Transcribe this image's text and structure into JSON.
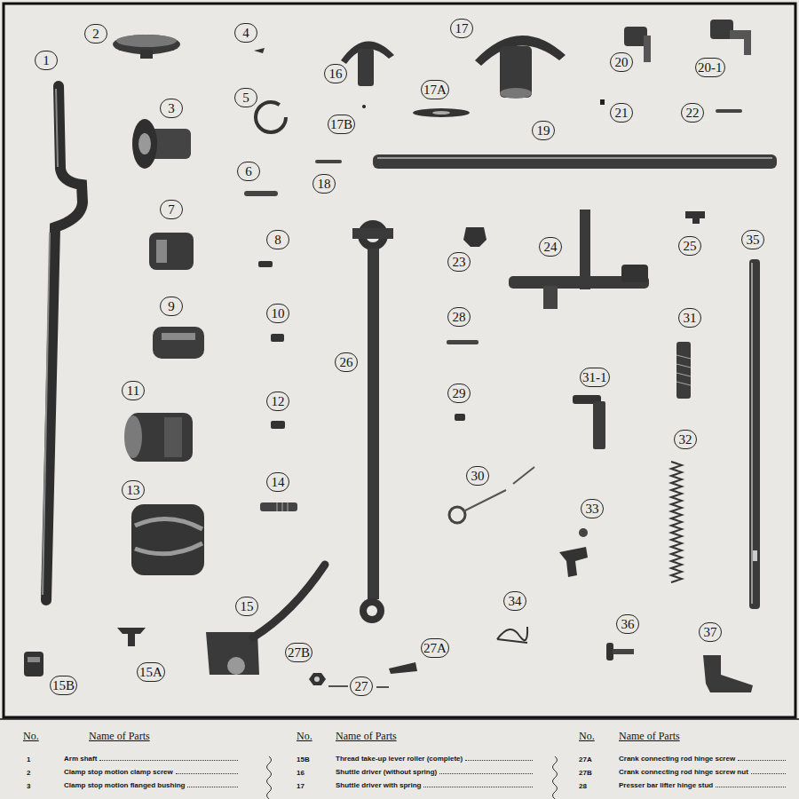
{
  "diagram": {
    "labels": [
      "1",
      "2",
      "3",
      "4",
      "5",
      "6",
      "7",
      "8",
      "9",
      "10",
      "11",
      "12",
      "13",
      "14",
      "15",
      "15A",
      "15B",
      "16",
      "17",
      "17A",
      "17B",
      "18",
      "19",
      "20",
      "20-1",
      "21",
      "22",
      "23",
      "24",
      "25",
      "26",
      "27B",
      "27",
      "27A",
      "28",
      "29",
      "30",
      "31",
      "31-1",
      "32",
      "33",
      "34",
      "35",
      "36",
      "37",
      "No.",
      "Name of Parts",
      "No.",
      "Name of Parts",
      "No.",
      "Name of Parts",
      "1",
      "Arm shaft",
      "2",
      "Clamp stop motion clamp screw",
      "3",
      "Clamp stop motion flanged bushing",
      "15B",
      "Thread take-up lever roller (complete)",
      "16",
      "Shuttle driver (without spring)",
      "17",
      "Shuttle driver with spring",
      "27A",
      "Crank connecting rod hinge screw",
      "27B",
      "Crank connecting rod hinge screw nut",
      "28",
      "Presser bar lifter hinge stud"
    ]
  }
}
